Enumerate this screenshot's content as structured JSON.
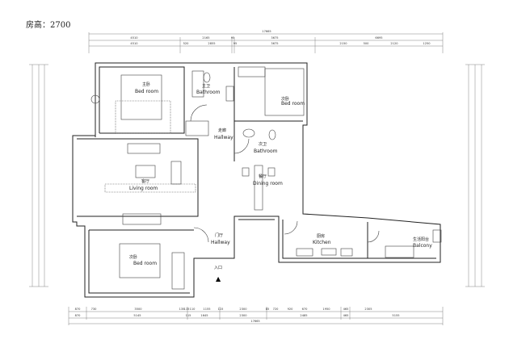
{
  "room_height_label": "房高：2700",
  "rooms": {
    "master_bedroom": {
      "cn": "主卧",
      "en": "Bed room"
    },
    "master_bathroom": {
      "cn": "主卫",
      "en": "Bathroom"
    },
    "second_bedroom": {
      "cn": "次卧",
      "en": "Bed room"
    },
    "hallway": {
      "cn": "走廊",
      "en": "Hallway"
    },
    "second_bathroom": {
      "cn": "次卫",
      "en": "Bathroom"
    },
    "living_room": {
      "cn": "客厅",
      "en": "Living room"
    },
    "dining_room": {
      "cn": "餐厅",
      "en": "Dining room"
    },
    "entry_hall": {
      "cn": "门厅",
      "en": "Hallway"
    },
    "entrance": {
      "cn": "入口"
    },
    "kitchen": {
      "cn": "厨房",
      "en": "Kitchen"
    },
    "third_bedroom": {
      "cn": "次卧",
      "en": "Bed room"
    },
    "balcony": {
      "cn": "生活阳台",
      "en": "Balcony"
    }
  },
  "dimensions": {
    "top_total": "17665",
    "top_row1": [
      "4510",
      "2165",
      "95",
      "3675",
      "6695"
    ],
    "top_row2": [
      "4510",
      "520",
      "2855",
      "95",
      "3675",
      "2150",
      "500",
      "2120",
      "1250"
    ],
    "bottom_row1": [
      "870",
      "730",
      "3500",
      "135",
      "115",
      "110",
      "1155",
      "115",
      "2300",
      "85",
      "720",
      "920",
      "670",
      "1950",
      "465",
      "2305"
    ],
    "bottom_row2": [
      "870",
      "5145",
      "115",
      "1645",
      "2300",
      "2485",
      "465",
      "5155"
    ],
    "bottom_total": "17665"
  }
}
